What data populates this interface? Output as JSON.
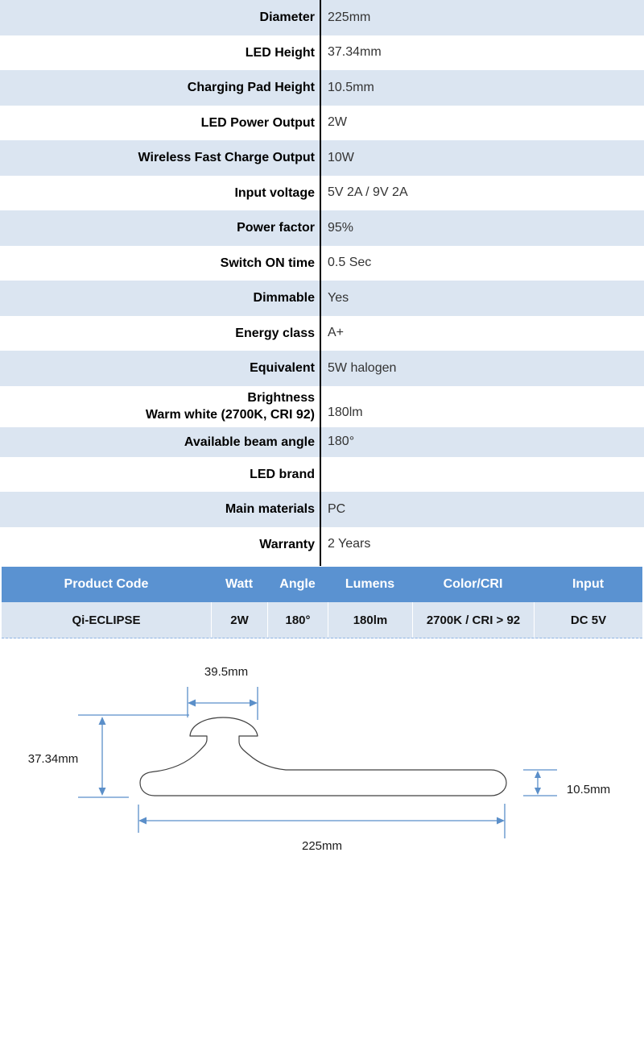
{
  "colors": {
    "shaded_row": "#dbe5f1",
    "table_header_blue": "#5a92d1",
    "dimension_line_blue": "#5b8fc9",
    "divider_black": "#000000"
  },
  "spec_table": {
    "rows": [
      {
        "label": "Diameter",
        "value": "225mm"
      },
      {
        "label": "LED Height",
        "value": "37.34mm"
      },
      {
        "label": "Charging Pad Height",
        "value": "10.5mm"
      },
      {
        "label": "LED Power Output",
        "value": "2W"
      },
      {
        "label": "Wireless Fast Charge Output",
        "value": "10W"
      },
      {
        "label": "Input voltage",
        "value": "5V 2A / 9V 2A"
      },
      {
        "label": "Power factor",
        "value": "95%"
      },
      {
        "label": "Switch ON time",
        "value": "0.5 Sec"
      },
      {
        "label": "Dimmable",
        "value": "Yes"
      },
      {
        "label": "Energy class",
        "value": "A+"
      },
      {
        "label": "Equivalent",
        "value": "5W halogen"
      },
      {
        "label": "Brightness",
        "label2": "Warm white (2700K, CRI 92)",
        "value": "180lm"
      },
      {
        "label": "Available beam angle",
        "value": "180°"
      },
      {
        "label": "LED brand",
        "value": ""
      },
      {
        "label": "Main materials",
        "value": "PC"
      },
      {
        "label": "Warranty",
        "value": "2 Years"
      }
    ]
  },
  "product_table": {
    "headers": [
      "Product Code",
      "Watt",
      "Angle",
      "Lumens",
      "Color/CRI",
      "Input"
    ],
    "row": [
      "Qi-ECLIPSE",
      "2W",
      "180°",
      "180lm",
      "2700K / CRI > 92",
      "DC 5V"
    ]
  },
  "diagram": {
    "dim_top": "39.5mm",
    "dim_left": "37.34mm",
    "dim_right": "10.5mm",
    "dim_bottom": "225mm"
  }
}
